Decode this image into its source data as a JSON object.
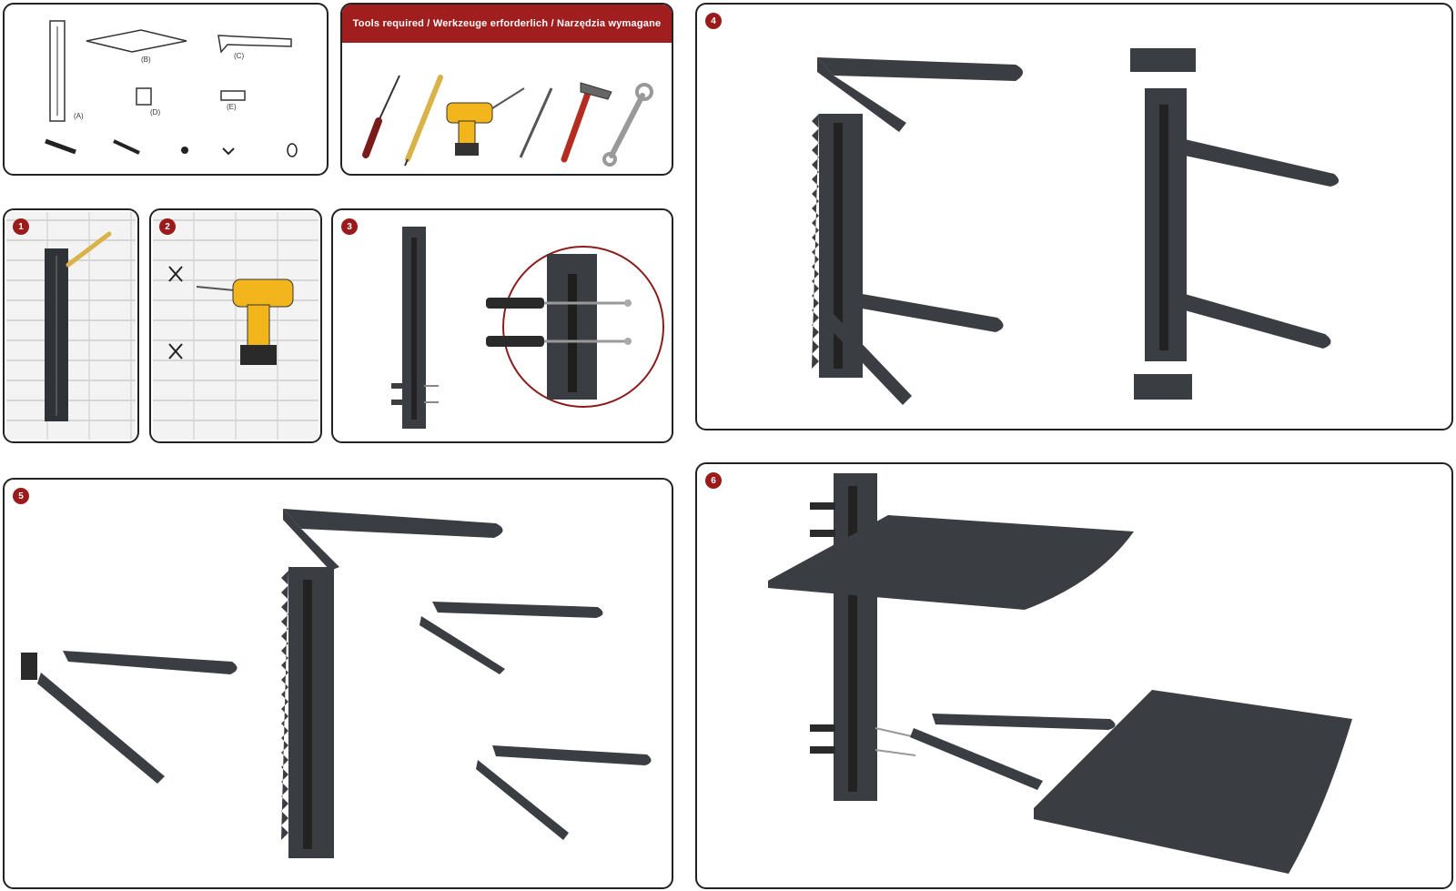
{
  "tools_header": "Tools required / Werkzeuge erforderlich / Narzędzia wymagane",
  "steps": [
    "1",
    "2",
    "3",
    "4",
    "5",
    "6"
  ],
  "parts": [
    "(A)",
    "(B)",
    "(C)",
    "(D)",
    "(E)"
  ],
  "colors": {
    "accent": "#a01e1e",
    "metal": "#3a3d42",
    "metal_light": "#5a5e64",
    "outline": "#222222"
  }
}
